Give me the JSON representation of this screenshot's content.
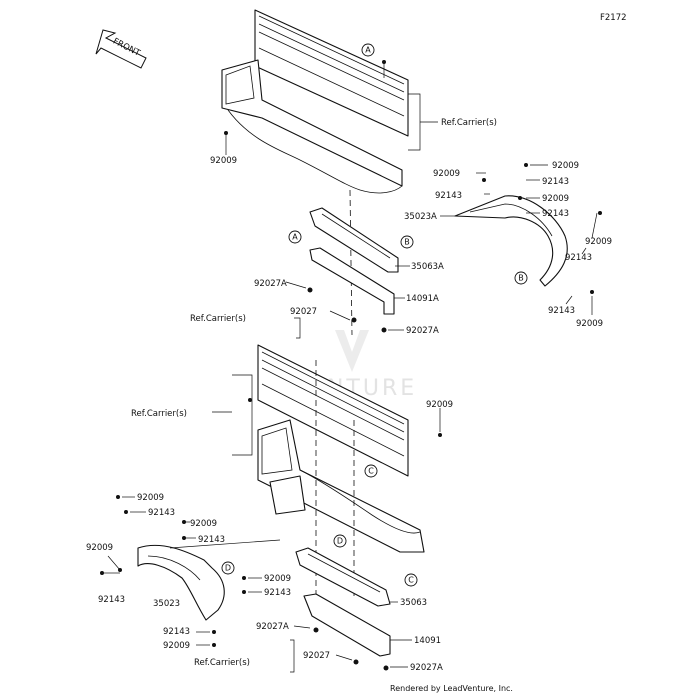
{
  "diagram_id": "F2172",
  "front_label": "FRONT",
  "watermark": "VENTURE",
  "credit": "Rendered by LeadVenture, Inc.",
  "callouts": {
    "a": "A",
    "b": "B",
    "c": "C",
    "d": "D"
  },
  "labels": {
    "ref_carrier": "Ref.Carrier(s)",
    "p92009": "92009",
    "p92143": "92143",
    "p92027": "92027",
    "p92027a": "92027A",
    "p35023": "35023",
    "p35023a": "35023A",
    "p35063": "35063",
    "p35063a": "35063A",
    "p14091": "14091",
    "p14091a": "14091A"
  }
}
